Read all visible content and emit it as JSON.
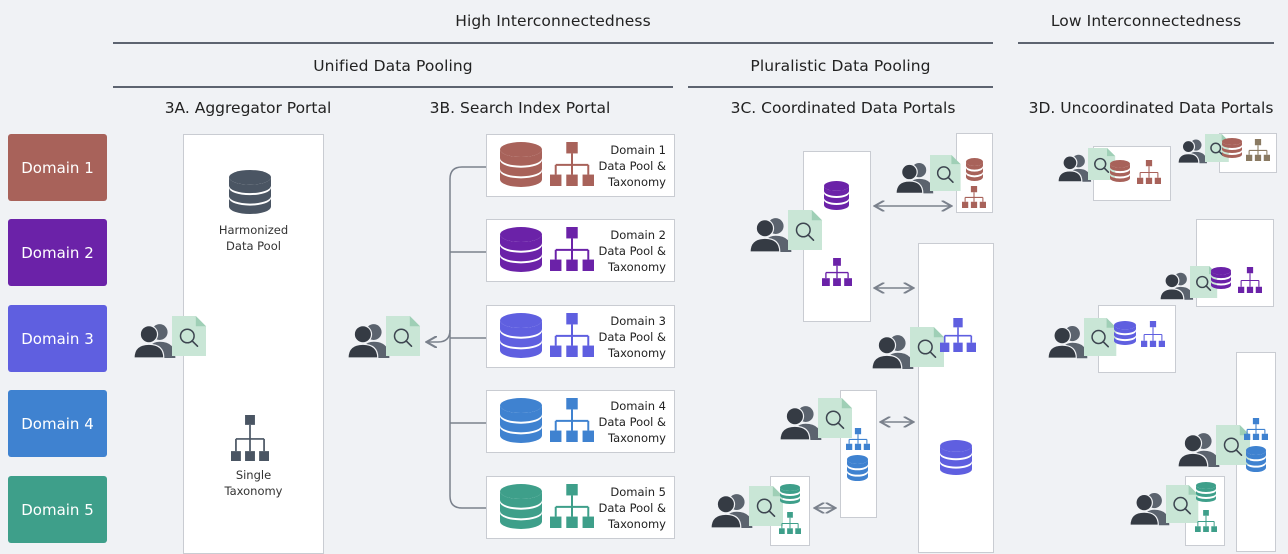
{
  "headers": {
    "high_interconnectedness": "High Interconnectedness",
    "low_interconnectedness": "Low Interconnectedness",
    "unified_data_pooling": "Unified Data Pooling",
    "pluralistic_data_pooling": "Pluralistic Data Pooling"
  },
  "columns": {
    "aggregator_portal": "3A. Aggregator Portal",
    "search_index_portal": "3B. Search Index Portal",
    "coordinated_data_portals": "3C. Coordinated Data Portals",
    "uncoordinated_data_portals": "3D. Uncoordinated Data Portals"
  },
  "domains": [
    {
      "label": "Domain 1",
      "color": "#a8625a"
    },
    {
      "label": "Domain 2",
      "color": "#6b22a8"
    },
    {
      "label": "Domain 3",
      "color": "#5f5fe0"
    },
    {
      "label": "Domain 4",
      "color": "#3f82d0"
    },
    {
      "label": "Domain 5",
      "color": "#3e9f8a"
    }
  ],
  "aggregator": {
    "pool_line1": "Harmonized",
    "pool_line2": "Data Pool",
    "tax_line1": "Single",
    "tax_line2": "Taxonomy",
    "dark_color": "#4a5563"
  },
  "search_index_cards": [
    {
      "line1": "Domain 1",
      "line2": "Data Pool &",
      "line3": "Taxonomy"
    },
    {
      "line1": "Domain 2",
      "line2": "Data Pool &",
      "line3": "Taxonomy"
    },
    {
      "line1": "Domain 3",
      "line2": "Data Pool &",
      "line3": "Taxonomy"
    },
    {
      "line1": "Domain 4",
      "line2": "Data Pool &",
      "line3": "Taxonomy"
    },
    {
      "line1": "Domain 5",
      "line2": "Data Pool &",
      "line3": "Taxonomy"
    }
  ],
  "icons": {
    "user": "users-icon",
    "search": "search-document-icon",
    "database": "database-icon",
    "taxonomy": "taxonomy-icon"
  }
}
